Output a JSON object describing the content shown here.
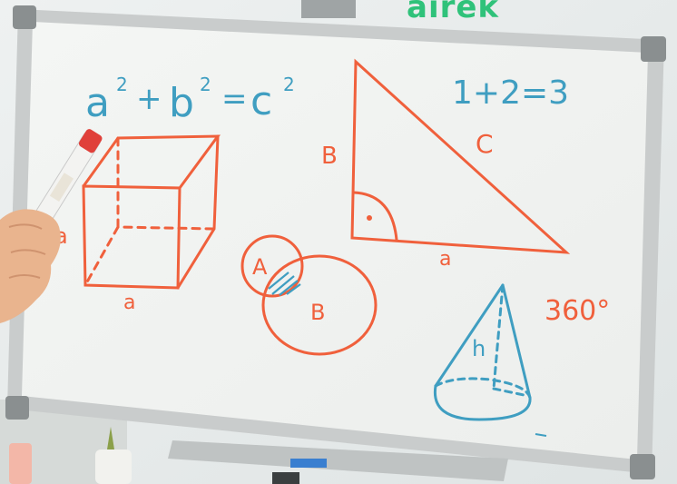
{
  "brand": {
    "logo_text": "airek",
    "color": "#2fc27a"
  },
  "whiteboard": {
    "formulas": {
      "pythagoras": {
        "a": "a",
        "plus": "+",
        "b": "b",
        "equals": "=",
        "c": "c",
        "exp": "2"
      },
      "sum": "1+2=3"
    },
    "cube": {
      "side_label": "a",
      "bottom_label": "a"
    },
    "triangle": {
      "left_label": "B",
      "hyp_label": "C",
      "bottom_label": "a"
    },
    "venn": {
      "left": "A",
      "right": "B"
    },
    "angle": "360°",
    "cone": {
      "height_label": "h"
    }
  },
  "colors": {
    "blue_marker": "#3f9ec1",
    "red_marker": "#f0603c",
    "frame": "#c8cbcb",
    "board": "#f6f7f5"
  }
}
